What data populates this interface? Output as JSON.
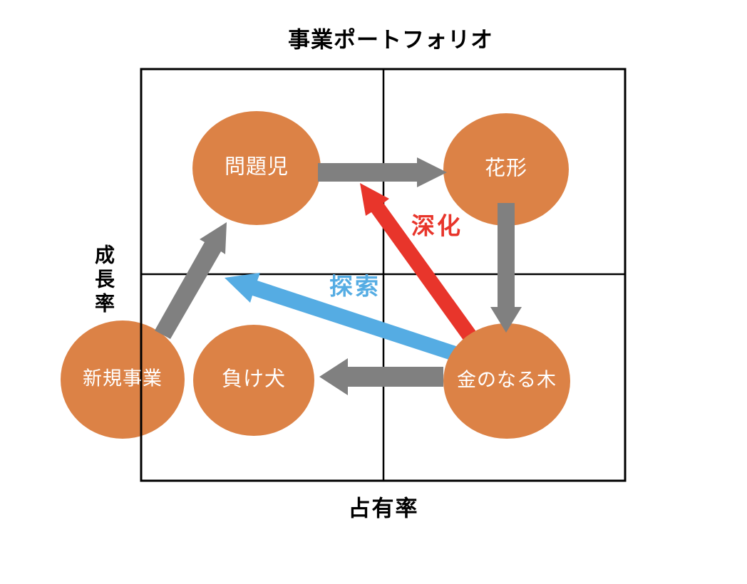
{
  "title": "事業ポートフォリオ",
  "axes": {
    "y_label": "成長率",
    "x_label": "占有率"
  },
  "nodes": {
    "problem_child": {
      "label": "問題児"
    },
    "star": {
      "label": "花形"
    },
    "new_business": {
      "label": "新規事業"
    },
    "dog": {
      "label": "負け犬"
    },
    "cash_cow": {
      "label": "金のなる木"
    }
  },
  "arrow_labels": {
    "deepening": "深化",
    "exploration": "探索"
  },
  "flows": [
    {
      "from": "new-business",
      "to": "problem-child",
      "style": "gray"
    },
    {
      "from": "problem-child",
      "to": "star",
      "style": "gray"
    },
    {
      "from": "star",
      "to": "cash-cow",
      "style": "gray"
    },
    {
      "from": "cash-cow",
      "to": "dog",
      "style": "gray"
    },
    {
      "from": "cash-cow",
      "to": "problem-child",
      "style": "red",
      "label": "深化"
    },
    {
      "from": "cash-cow",
      "to": "upper-left-quadrants",
      "style": "blue",
      "label": "探索"
    }
  ],
  "colors": {
    "node_fill": "#DC8246",
    "arrow_gray": "#808080",
    "deepening_red": "#E8352B",
    "exploration_blue": "#55ACE3",
    "line": "#000000",
    "node_text": "#FFFFFF",
    "text": "#000000"
  }
}
